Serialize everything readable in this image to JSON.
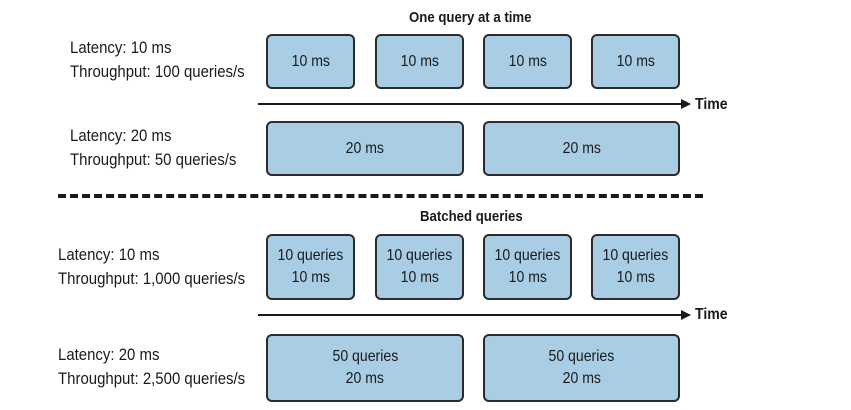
{
  "top": {
    "title": "One query at a time",
    "row1": {
      "latency": "Latency: 10 ms",
      "throughput": "Throughput: 100 queries/s",
      "boxes": [
        {
          "line1": "10 ms"
        },
        {
          "line1": "10 ms"
        },
        {
          "line1": "10 ms"
        },
        {
          "line1": "10 ms"
        }
      ]
    },
    "row2": {
      "latency": "Latency: 20 ms",
      "throughput": "Throughput: 50 queries/s",
      "boxes": [
        {
          "line1": "20 ms"
        },
        {
          "line1": "20 ms"
        }
      ]
    },
    "time_label": "Time"
  },
  "bottom": {
    "title": "Batched queries",
    "row1": {
      "latency": "Latency: 10 ms",
      "throughput": "Throughput: 1,000 queries/s",
      "boxes": [
        {
          "line1": "10 queries",
          "line2": "10 ms"
        },
        {
          "line1": "10 queries",
          "line2": "10 ms"
        },
        {
          "line1": "10 queries",
          "line2": "10 ms"
        },
        {
          "line1": "10 queries",
          "line2": "10 ms"
        }
      ]
    },
    "row2": {
      "latency": "Latency: 20 ms",
      "throughput": "Throughput: 2,500 queries/s",
      "boxes": [
        {
          "line1": "50 queries",
          "line2": "20 ms"
        },
        {
          "line1": "50 queries",
          "line2": "20 ms"
        }
      ]
    },
    "time_label": "Time"
  },
  "colors": {
    "box_fill": "#a9cde4",
    "box_border": "#2b2b2b",
    "text": "#1a1a1a"
  }
}
